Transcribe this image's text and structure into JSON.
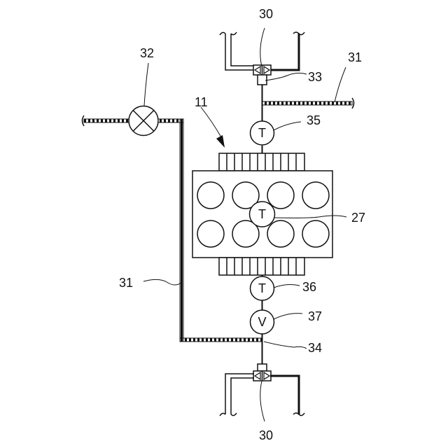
{
  "labels": {
    "ref_30_top": "30",
    "ref_30_bottom": "30",
    "ref_31_right": "31",
    "ref_31_left": "31",
    "ref_32": "32",
    "ref_33": "33",
    "ref_34": "34",
    "ref_35": "35",
    "ref_36": "36",
    "ref_37": "37",
    "ref_27": "27",
    "ref_11": "11"
  },
  "sensors": {
    "temp_letter": "T",
    "valve_letter": "V"
  }
}
